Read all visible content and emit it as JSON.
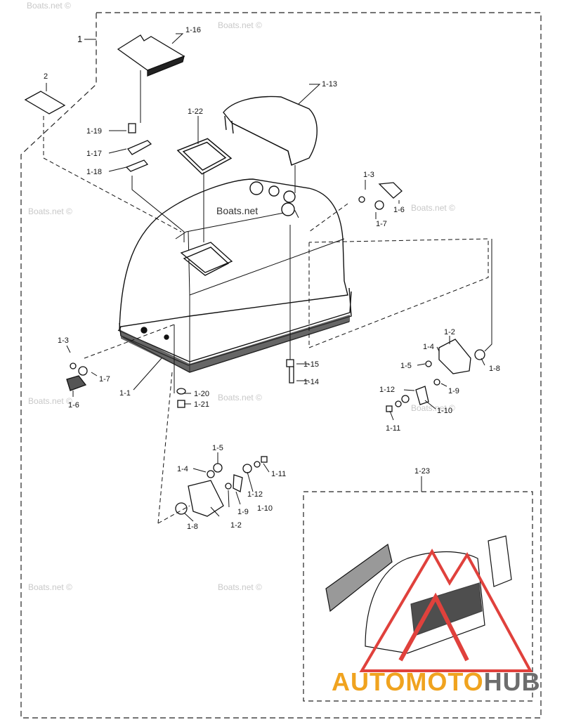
{
  "diagram": {
    "labels": {
      "part_1": "1",
      "part_2": "2",
      "p1_1": "1-1",
      "p1_2_right": "1-2",
      "p1_2_left": "1-2",
      "p1_3_right": "1-3",
      "p1_3_left": "1-3",
      "p1_4_right": "1-4",
      "p1_4_left": "1-4",
      "p1_5_right": "1-5",
      "p1_5_left": "1-5",
      "p1_6_right": "1-6",
      "p1_6_left": "1-6",
      "p1_7_right": "1-7",
      "p1_7_left": "1-7",
      "p1_8_right": "1-8",
      "p1_8_left": "1-8",
      "p1_9_right": "1-9",
      "p1_9_left": "1-9",
      "p1_10_right": "1-10",
      "p1_10_left": "1-10",
      "p1_11_right": "1-11",
      "p1_11_left": "1-11",
      "p1_12_right": "1-12",
      "p1_12_left": "1-12",
      "p1_13": "1-13",
      "p1_14": "1-14",
      "p1_15": "1-15",
      "p1_16": "1-16",
      "p1_17": "1-17",
      "p1_18": "1-18",
      "p1_19": "1-19",
      "p1_20": "1-20",
      "p1_21": "1-21",
      "p1_22": "1-22",
      "p1_23": "1-23"
    },
    "watermark": "Boats.net ©",
    "cowl_watermark": "Boats.net",
    "colors": {
      "line": "#111111",
      "brand_orange": "#f0a31f",
      "brand_gray": "#6d6d6d",
      "logo_red": "#e0413c"
    }
  },
  "brand": {
    "part1": "AUTOMOTO",
    "part2": "HUB"
  }
}
